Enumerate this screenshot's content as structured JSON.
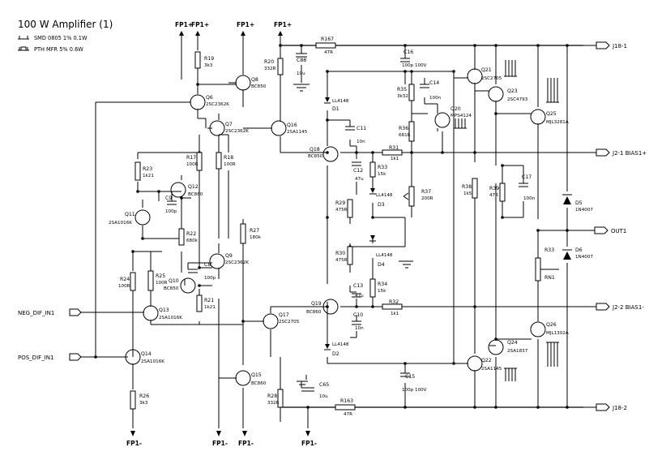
{
  "title": "100 W Amplifier (1)",
  "legend": [
    {
      "text": "SMD 0805 1% 0.1W"
    },
    {
      "text": "PTH MFR 5% 0.6W"
    }
  ],
  "rails_top": [
    {
      "label": "FP1+"
    },
    {
      "label": "FP1+"
    },
    {
      "label": "FP1+"
    },
    {
      "label": "FP1+"
    }
  ],
  "rails_bottom": [
    {
      "label": "FP1-"
    },
    {
      "label": "FP1-"
    },
    {
      "label": "FP1-"
    },
    {
      "label": "FP1-"
    }
  ],
  "connectors": [
    {
      "label": "J18-1"
    },
    {
      "label": "J2-1  BIAS1+"
    },
    {
      "label": "OUT1"
    },
    {
      "label": "J2-2  BIAS1-"
    },
    {
      "label": "J18-2"
    }
  ],
  "inputs": [
    {
      "label": "NEG_DIF_IN1"
    },
    {
      "label": "POS_DIF_IN1"
    }
  ],
  "components": [
    {
      "id": "R19",
      "value": "3k3"
    },
    {
      "id": "Q8",
      "value": "BC850"
    },
    {
      "id": "Q6",
      "value": "2SC2362K"
    },
    {
      "id": "Q7",
      "value": "2SC2362K"
    },
    {
      "id": "R17",
      "value": "100R"
    },
    {
      "id": "R18",
      "value": "100R"
    },
    {
      "id": "R20",
      "value": "332R"
    },
    {
      "id": "C88",
      "value": "10u"
    },
    {
      "id": "Q16",
      "value": "2SA1145"
    },
    {
      "id": "R23",
      "value": "1k21"
    },
    {
      "id": "Q12",
      "value": "BC860"
    },
    {
      "id": "C9",
      "value": "100p"
    },
    {
      "id": "Q11",
      "value": "2SA1016K"
    },
    {
      "id": "R22",
      "value": "680k"
    },
    {
      "id": "Q9",
      "value": "2SC2362K"
    },
    {
      "id": "C8",
      "value": "100p"
    },
    {
      "id": "Q10",
      "value": "BC850"
    },
    {
      "id": "R21",
      "value": "1k21"
    },
    {
      "id": "R24",
      "value": "100R"
    },
    {
      "id": "R25",
      "value": "100R"
    },
    {
      "id": "Q13",
      "value": "2SA1016K"
    },
    {
      "id": "Q14",
      "value": "2SA1016K"
    },
    {
      "id": "R26",
      "value": "3k3"
    },
    {
      "id": "Q15",
      "value": "BC860"
    },
    {
      "id": "R27",
      "value": "180k"
    },
    {
      "id": "Q17",
      "value": "2SC2705"
    },
    {
      "id": "R28",
      "value": "332R"
    },
    {
      "id": "C65",
      "value": "10u"
    },
    {
      "id": "R167",
      "value": "47R"
    },
    {
      "id": "R163",
      "value": "47R"
    },
    {
      "id": "D1",
      "value": "LL4148"
    },
    {
      "id": "C11",
      "value": "10n"
    },
    {
      "id": "Q18",
      "value": "BC850"
    },
    {
      "id": "C12",
      "value": "47u"
    },
    {
      "id": "R29",
      "value": "475R"
    },
    {
      "id": "D3",
      "value": "LL4148"
    },
    {
      "id": "R30",
      "value": "475R"
    },
    {
      "id": "D4",
      "value": "LL4148"
    },
    {
      "id": "C13",
      "value": "47u"
    },
    {
      "id": "Q19",
      "value": "BC860"
    },
    {
      "id": "C10",
      "value": "10n"
    },
    {
      "id": "D2",
      "value": "LL4148"
    },
    {
      "id": "R31",
      "value": "1k1"
    },
    {
      "id": "R33",
      "value": "15k"
    },
    {
      "id": "R34",
      "value": "15k"
    },
    {
      "id": "R32",
      "value": "1k1"
    },
    {
      "id": "C16",
      "value": "100p 100V"
    },
    {
      "id": "R35",
      "value": "3k32"
    },
    {
      "id": "C14",
      "value": "100n"
    },
    {
      "id": "R36",
      "value": "681R"
    },
    {
      "id": "Q20",
      "value": "MPS4124"
    },
    {
      "id": "R37",
      "value": "200R"
    },
    {
      "id": "C15",
      "value": "100p 100V"
    },
    {
      "id": "Q21",
      "value": "2SC2705"
    },
    {
      "id": "Q23",
      "value": "2SC4793"
    },
    {
      "id": "Q25",
      "value": "MJL3281A"
    },
    {
      "id": "R38",
      "value": "1k5"
    },
    {
      "id": "R39",
      "value": "47R"
    },
    {
      "id": "C17",
      "value": "100n"
    },
    {
      "id": "D5",
      "value": "1N4007"
    },
    {
      "id": "D6",
      "value": "1N4007"
    },
    {
      "id": "R33b",
      "value": "R33"
    },
    {
      "id": "RN1",
      "value": "RN1"
    },
    {
      "id": "Q22",
      "value": "2SA1145"
    },
    {
      "id": "Q24",
      "value": "2SA1837"
    },
    {
      "id": "Q26",
      "value": "MJL1302A"
    }
  ]
}
